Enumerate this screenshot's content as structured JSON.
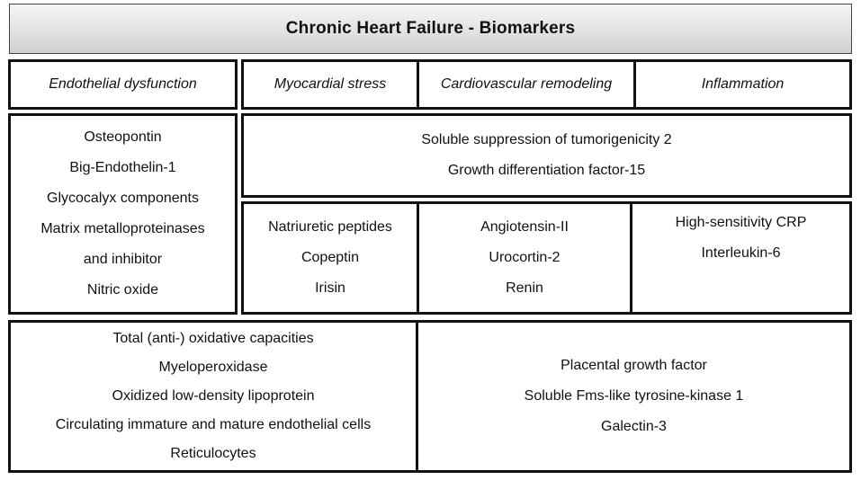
{
  "title": "Chronic Heart Failure - Biomarkers",
  "headers": {
    "endothelial": "Endothelial dysfunction",
    "myocardial": "Myocardial stress",
    "remodeling": "Cardiovascular remodeling",
    "inflammation": "Inflammation"
  },
  "endothelial_markers": [
    "Osteopontin",
    "Big-Endothelin-1",
    "Glycocalyx components",
    "Matrix metalloproteinases",
    "and inhibitor",
    "Nitric oxide"
  ],
  "shared_markers": [
    "Soluble suppression of tumorigenicity 2",
    "Growth differentiation factor-15"
  ],
  "myocardial_markers": [
    "Natriuretic peptides",
    "Copeptin",
    "Irisin"
  ],
  "remodeling_markers": [
    "Angiotensin-II",
    "Urocortin-2",
    "Renin"
  ],
  "inflammation_markers": [
    "High-sensitivity CRP",
    "Interleukin-6"
  ],
  "oxidative_markers": [
    "Total (anti-) oxidative capacities",
    "Myeloperoxidase",
    "Oxidized low-density lipoprotein",
    "Circulating immature and mature endothelial cells",
    "Reticulocytes"
  ],
  "other_markers": [
    "Placental growth factor",
    "Soluble Fms-like tyrosine-kinase 1",
    "Galectin-3"
  ]
}
